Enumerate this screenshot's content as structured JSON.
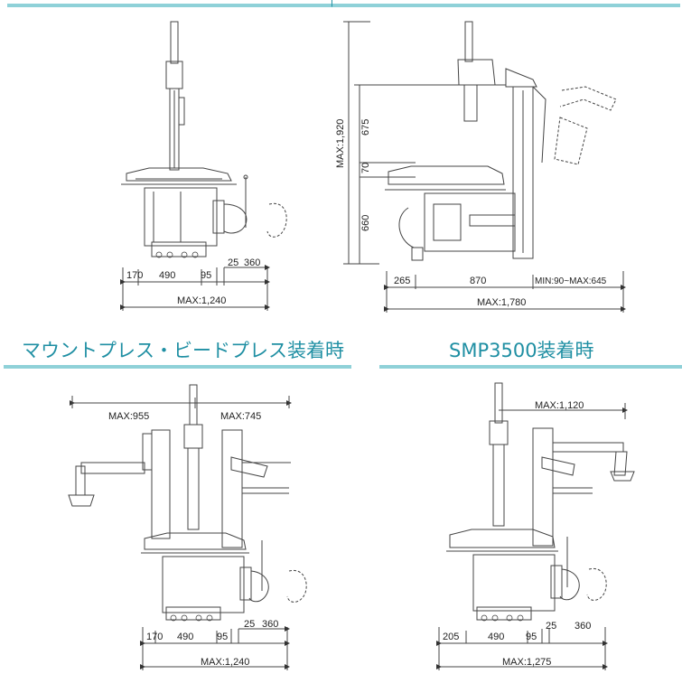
{
  "section_titles": {
    "bottom_left": "マウントプレス・ビードプレス装着時",
    "bottom_right": "SMP3500装着時"
  },
  "top_header_fragment": "' '|'",
  "dimensions": {
    "front": {
      "segments": [
        "170",
        "490",
        "95",
        "25",
        "360"
      ],
      "total": "MAX:1,240"
    },
    "side": {
      "height_max": "MAX:1,920",
      "heights": [
        "675",
        "70",
        "660"
      ],
      "segments": [
        "265",
        "870",
        "MIN:90~MAX:645"
      ],
      "total": "MAX:1,780"
    },
    "mount_press": {
      "top_left": "MAX:955",
      "top_right": "MAX:745",
      "segments": [
        "170",
        "490",
        "95",
        "25",
        "360"
      ],
      "total": "MAX:1,240"
    },
    "smp3500": {
      "top": "MAX:1,120",
      "segments": [
        "205",
        "490",
        "95",
        "25",
        "360"
      ],
      "total": "MAX:1,275"
    }
  },
  "colors": {
    "accent": "#1f8fa3",
    "rule": "#8fd1d8",
    "line": "#444444"
  }
}
